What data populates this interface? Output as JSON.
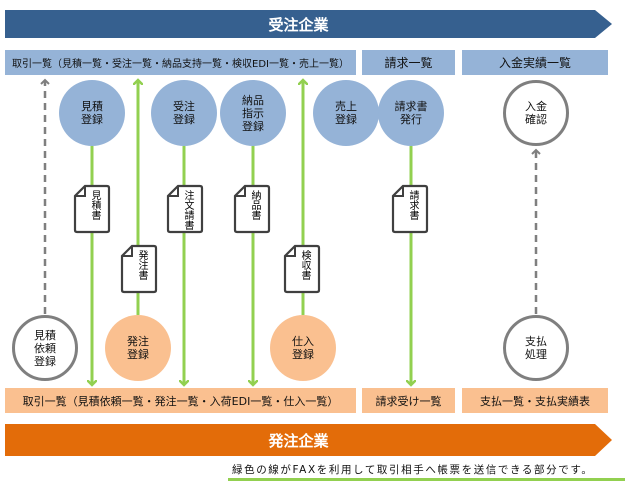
{
  "colors": {
    "top_banner": "#36608F",
    "top_boxes": "#95B3D7",
    "bottom_banner": "#E36C09",
    "bottom_boxes": "#FAC090",
    "fax_line": "#92D050",
    "dashed_line": "#7F7F7F"
  },
  "top_banner": {
    "label": "受注企業"
  },
  "top_row": [
    {
      "label": "取引一覧（見積一覧・受注一覧・納品支持一覧・検収EDI一覧・売上一覧）"
    },
    {
      "label": "請求一覧"
    },
    {
      "label": "入金実績一覧"
    }
  ],
  "top_circles": [
    {
      "label": "見積\n登録"
    },
    {
      "label": "受注\n登録"
    },
    {
      "label": "納品\n指示\n登録"
    },
    {
      "label": "売上\n登録"
    },
    {
      "label": "請求書\n発行"
    },
    {
      "label": "入金\n確認"
    }
  ],
  "documents": [
    {
      "label": "見積書",
      "direction": "down"
    },
    {
      "label": "発注書",
      "direction": "up"
    },
    {
      "label": "注文請書",
      "direction": "down"
    },
    {
      "label": "納品書",
      "direction": "down"
    },
    {
      "label": "検収書",
      "direction": "up"
    },
    {
      "label": "請求書",
      "direction": "down"
    }
  ],
  "bottom_circles": [
    {
      "label": "見積\n依頼\n登録"
    },
    {
      "label": "発注\n登録"
    },
    {
      "label": "仕入\n登録"
    },
    {
      "label": "支払\n処理"
    }
  ],
  "bottom_row": [
    {
      "label": "取引一覧（見積依頼一覧・発注一覧・入荷EDI一覧・仕入一覧）"
    },
    {
      "label": "請求受け一覧"
    },
    {
      "label": "支払一覧・支払実績表"
    }
  ],
  "bottom_banner": {
    "label": "発注企業"
  },
  "footnote": "緑色の線がFAXを利用して取引相手へ帳票を送信できる部分です。"
}
